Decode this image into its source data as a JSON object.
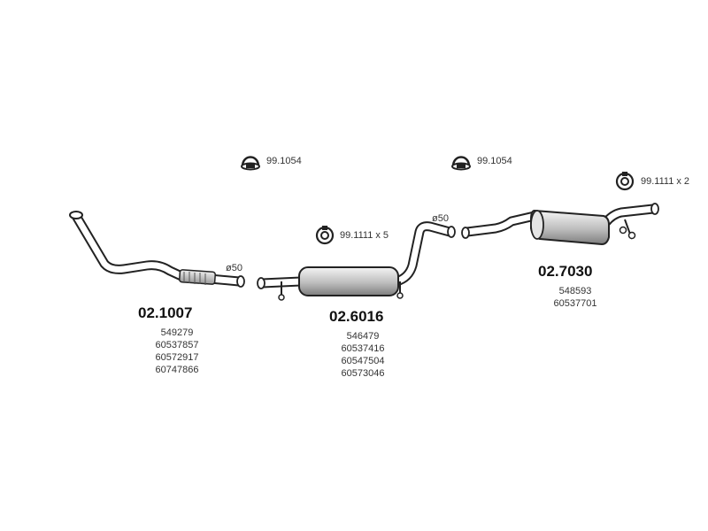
{
  "clamps": [
    {
      "code": "99.1054"
    },
    {
      "code": "99.1054"
    },
    {
      "code": "99.1111  x 5"
    },
    {
      "code": "99.1111  x 2"
    }
  ],
  "diameters": [
    "ø50",
    "ø50"
  ],
  "sections": [
    {
      "part_number": "02.1007",
      "oem_numbers": [
        "549279",
        "60537857",
        "60572917",
        "60747866"
      ]
    },
    {
      "part_number": "02.6016",
      "oem_numbers": [
        "546479",
        "60537416",
        "60547504",
        "60573046"
      ]
    },
    {
      "part_number": "02.7030",
      "oem_numbers": [
        "548593",
        "60537701"
      ]
    }
  ],
  "icons": {
    "clamp_u": "u-bolt-clamp-icon",
    "clamp_ring": "ring-clamp-icon"
  },
  "colors": {
    "line": "#222222",
    "fill": "#ffffff",
    "shade": "#cfcfcf",
    "text": "#333333"
  }
}
